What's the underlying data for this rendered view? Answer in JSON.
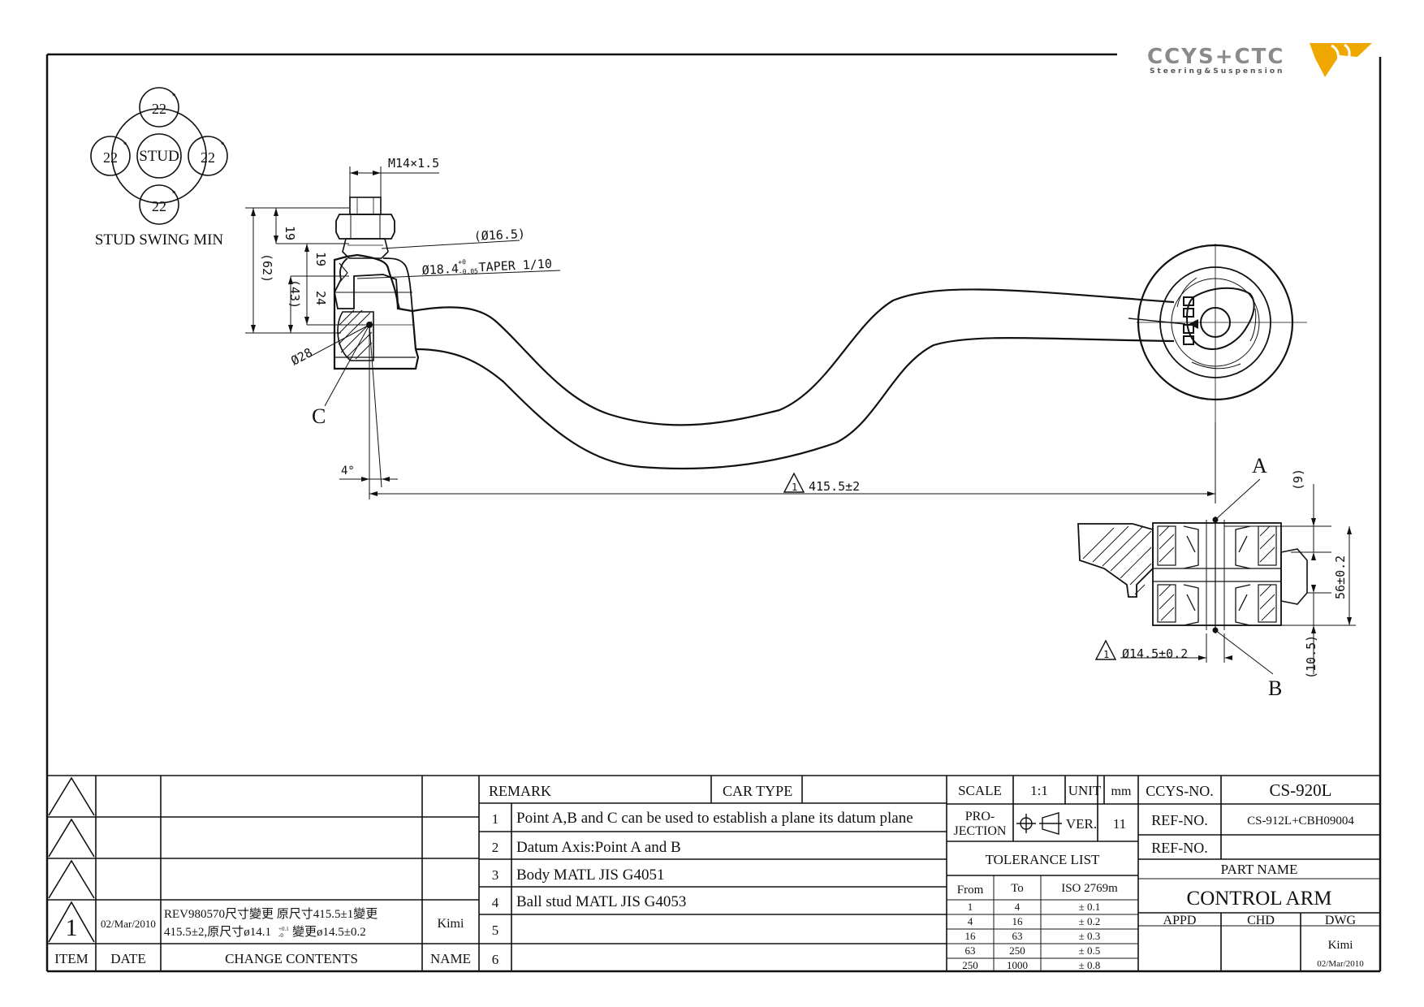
{
  "logo": {
    "brand": "CCYS+CTC",
    "tagline": "Steering&Suspension",
    "gray": "#8a8a8a",
    "accent": "#f0a800"
  },
  "stud_swing": {
    "center_label": "STUD",
    "top": "22",
    "right": "22",
    "bottom": "22",
    "left": "22",
    "degree_mark": "°",
    "caption": "STUD SWING MIN"
  },
  "dimensions": {
    "thread": "M14×1.5",
    "d19_top": "19",
    "d62": "(62)",
    "d43": "(43)",
    "d19_mid": "19",
    "d24": "24",
    "phi165": "(Ø16.5)",
    "taper_base": "Ø18.4",
    "taper_tol_upper": "+0",
    "taper_tol_lower": "-0.05",
    "taper_text": "TAPER 1/10",
    "phi28": "Ø28",
    "angle4": "4°",
    "length": "415.5±2",
    "bush_dia": "Ø14.5±0.2",
    "d9": "(9)",
    "d56": "56±0.2",
    "d105": "(10.5)",
    "rev_marker": "1",
    "point_a": "A",
    "point_b": "B",
    "point_c": "C"
  },
  "revision_table": {
    "rows": [
      {
        "marker": "",
        "date": "",
        "contents": "",
        "name": ""
      },
      {
        "marker": "",
        "date": "",
        "contents": "",
        "name": ""
      },
      {
        "marker": "",
        "date": "",
        "contents": "",
        "name": ""
      },
      {
        "marker": "1",
        "date": "02/Mar/2010",
        "contents_line1": "REV980570尺寸變更 原尺寸415.5±1變更",
        "contents_line2": "415.5±2,原尺寸ø14.1",
        "tol_upper": "+0.1",
        "tol_lower": "-0",
        "contents_line2b": "變更ø14.5±0.2",
        "name": "Kimi"
      }
    ],
    "headers": {
      "item": "ITEM",
      "date": "DATE",
      "contents": "CHANGE CONTENTS",
      "name": "NAME"
    }
  },
  "remarks": {
    "remark_label": "REMARK",
    "car_type_label": "CAR TYPE",
    "car_type_value": "",
    "items": [
      {
        "no": "1",
        "text": "Point A,B and C can be used to establish a plane its datum plane"
      },
      {
        "no": "2",
        "text": "Datum Axis:Point A and B"
      },
      {
        "no": "3",
        "text": "Body MATL JIS G4051"
      },
      {
        "no": "4",
        "text": "Ball stud MATL JIS G4053"
      },
      {
        "no": "5",
        "text": ""
      },
      {
        "no": "6",
        "text": ""
      }
    ]
  },
  "title_block": {
    "scale_label": "SCALE",
    "scale_value": "1:1",
    "unit_label": "UNIT",
    "unit_value": "mm",
    "projection_label_1": "PRO-",
    "projection_label_2": "JECTION",
    "ver_label": "VER.",
    "ver_value": "11",
    "tolerance_title": "TOLERANCE LIST",
    "tol_headers": {
      "from": "From",
      "to": "To",
      "iso": "ISO 2769m"
    },
    "tolerances": [
      {
        "from": "1",
        "to": "4",
        "tol": "± 0.1"
      },
      {
        "from": "4",
        "to": "16",
        "tol": "± 0.2"
      },
      {
        "from": "16",
        "to": "63",
        "tol": "± 0.3"
      },
      {
        "from": "63",
        "to": "250",
        "tol": "± 0.5"
      },
      {
        "from": "250",
        "to": "1000",
        "tol": "± 0.8"
      }
    ],
    "ccys_no_label": "CCYS-NO.",
    "ccys_no_value": "CS-920L",
    "ref_no_label": "REF-NO.",
    "ref_no_value": "CS-912L+CBH09004",
    "ref_no2_label": "REF-NO.",
    "ref_no2_value": "",
    "part_name_label": "PART NAME",
    "part_name_value": "CONTROL ARM",
    "appd_label": "APPD",
    "chd_label": "CHD",
    "dwg_label": "DWG",
    "dwg_name": "Kimi",
    "dwg_date": "02/Mar/2010"
  }
}
